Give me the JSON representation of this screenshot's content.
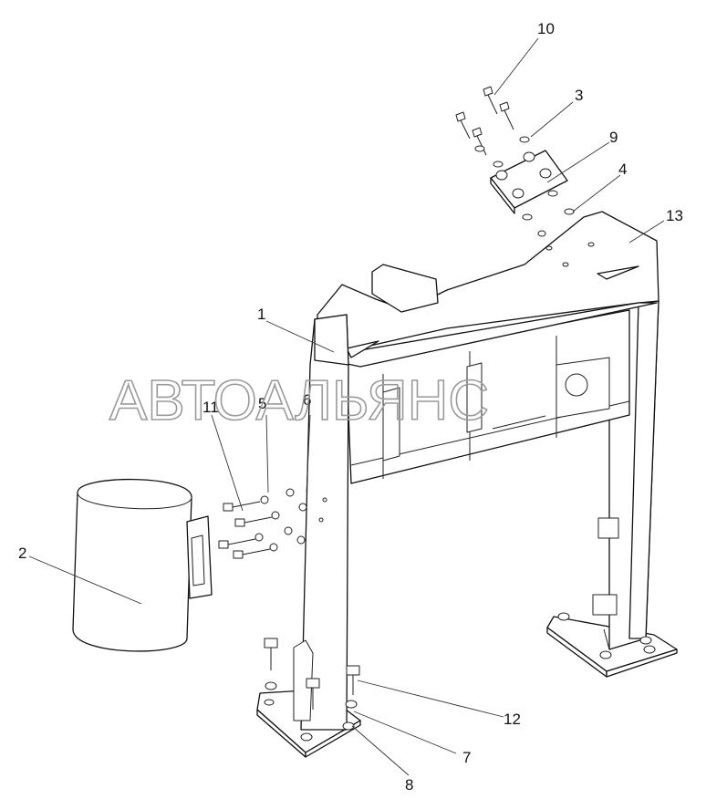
{
  "diagram": {
    "watermark": "АВТОАЛЬЯНС",
    "callouts": {
      "c1": "1",
      "c2": "2",
      "c3": "3",
      "c4": "4",
      "c5": "5",
      "c6": "6",
      "c7": "7",
      "c8": "8",
      "c9": "9",
      "c10": "10",
      "c11": "11",
      "c12": "12",
      "c13": "13"
    }
  }
}
